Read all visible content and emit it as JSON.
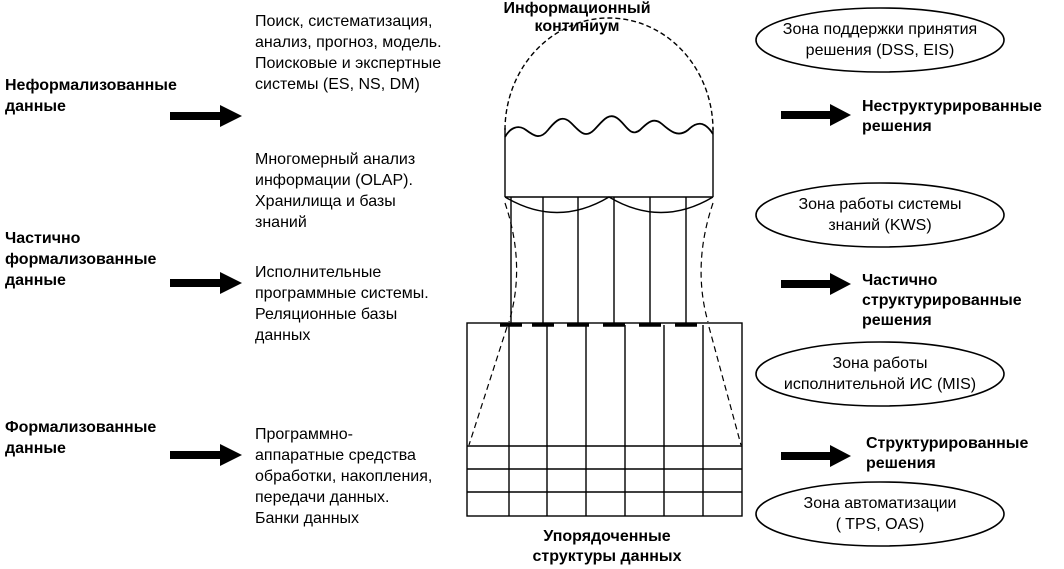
{
  "colors": {
    "ink": "#000000",
    "background": "#ffffff"
  },
  "title": {
    "lines": [
      "Информационный",
      "континиум"
    ]
  },
  "bottom_title": {
    "lines": [
      "Упорядоченные",
      "структуры данных"
    ]
  },
  "input_data": [
    {
      "lines": [
        "Неформализованные",
        "данные"
      ]
    },
    {
      "lines": [
        "Частично",
        "формализованные",
        "данные"
      ]
    },
    {
      "lines": [
        "Формализованные",
        "данные"
      ]
    }
  ],
  "systems": [
    {
      "lines": [
        "Поиск, систематизация,",
        "анализ, прогноз, модель.",
        "Поисковые и экспертные",
        "системы (ES, NS, DM)"
      ]
    },
    {
      "lines": [
        "Многомерный анализ",
        "информации (OLAP).",
        "Хранилища и базы",
        "знаний"
      ]
    },
    {
      "lines": [
        "Исполнительные",
        "программные системы.",
        "Реляционные базы",
        "данных"
      ]
    },
    {
      "lines": [
        "Программно-",
        "аппаратные средства",
        "обработки, накопления,",
        "передачи данных.",
        "Банки данных"
      ]
    }
  ],
  "zones": [
    {
      "lines": [
        "Зона поддержки принятия",
        "решения (DSS, EIS)"
      ]
    },
    {
      "lines": [
        "Зона работы системы",
        "знаний (KWS)"
      ]
    },
    {
      "lines": [
        "Зона работы",
        "исполнительной ИС (MIS)"
      ]
    },
    {
      "lines": [
        "Зона автоматизации",
        "( TPS, OAS)"
      ]
    }
  ],
  "decisions": [
    {
      "lines": [
        "Неструктурированные",
        "решения"
      ]
    },
    {
      "lines": [
        "Частично",
        "структурированные",
        "решения"
      ]
    },
    {
      "lines": [
        "Структурированные",
        "решения"
      ]
    }
  ]
}
